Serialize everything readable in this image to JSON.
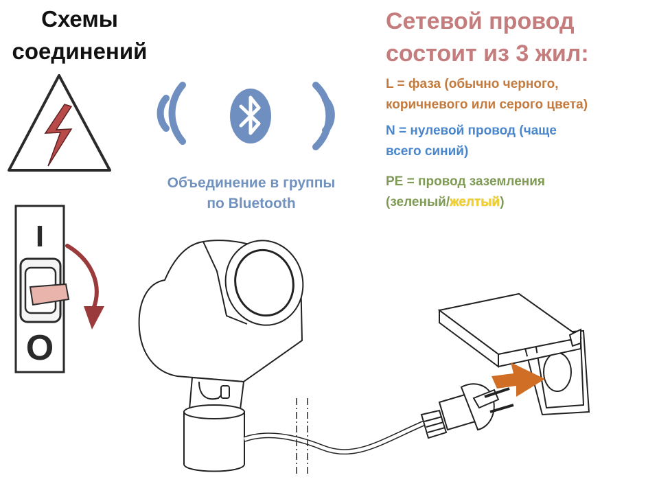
{
  "title": {
    "line1": "Схемы",
    "line2": "соединений"
  },
  "bluetooth": {
    "caption_line1": "Объединение в группы",
    "caption_line2": "по Bluetooth"
  },
  "wires": {
    "title_line1": "Сетевой провод",
    "title_line2": "состоит из 3 жил:",
    "l_line1": "L = фаза (обычно черного,",
    "l_line2": "коричневого или серого цвета)",
    "n_line1": "N  = нулевой провод (чаще",
    "n_line2": "всего синий)",
    "pe_line1": "PE = провод заземления",
    "pe_line2_a": "(зеленый/",
    "pe_line2_b": "желтый",
    "pe_line2_c": ")"
  },
  "switch": {
    "on_label": "I",
    "off_label": "O"
  },
  "colors": {
    "phase": "#c27a3e",
    "neutral": "#4a86cc",
    "earth": "#7f9a55",
    "earth_alt": "#f3d12a",
    "heading": "#c47c7c",
    "bluetooth": "#6f8fc0",
    "warning_bolt": "#b84a4a",
    "insert_arrow": "#d06e25"
  },
  "icons": [
    "warning-triangle-icon",
    "lightning-bolt-icon",
    "bluetooth-icon",
    "signal-waves-icon",
    "circuit-breaker-icon",
    "rotate-arrow-icon",
    "insert-arrow-icon"
  ]
}
